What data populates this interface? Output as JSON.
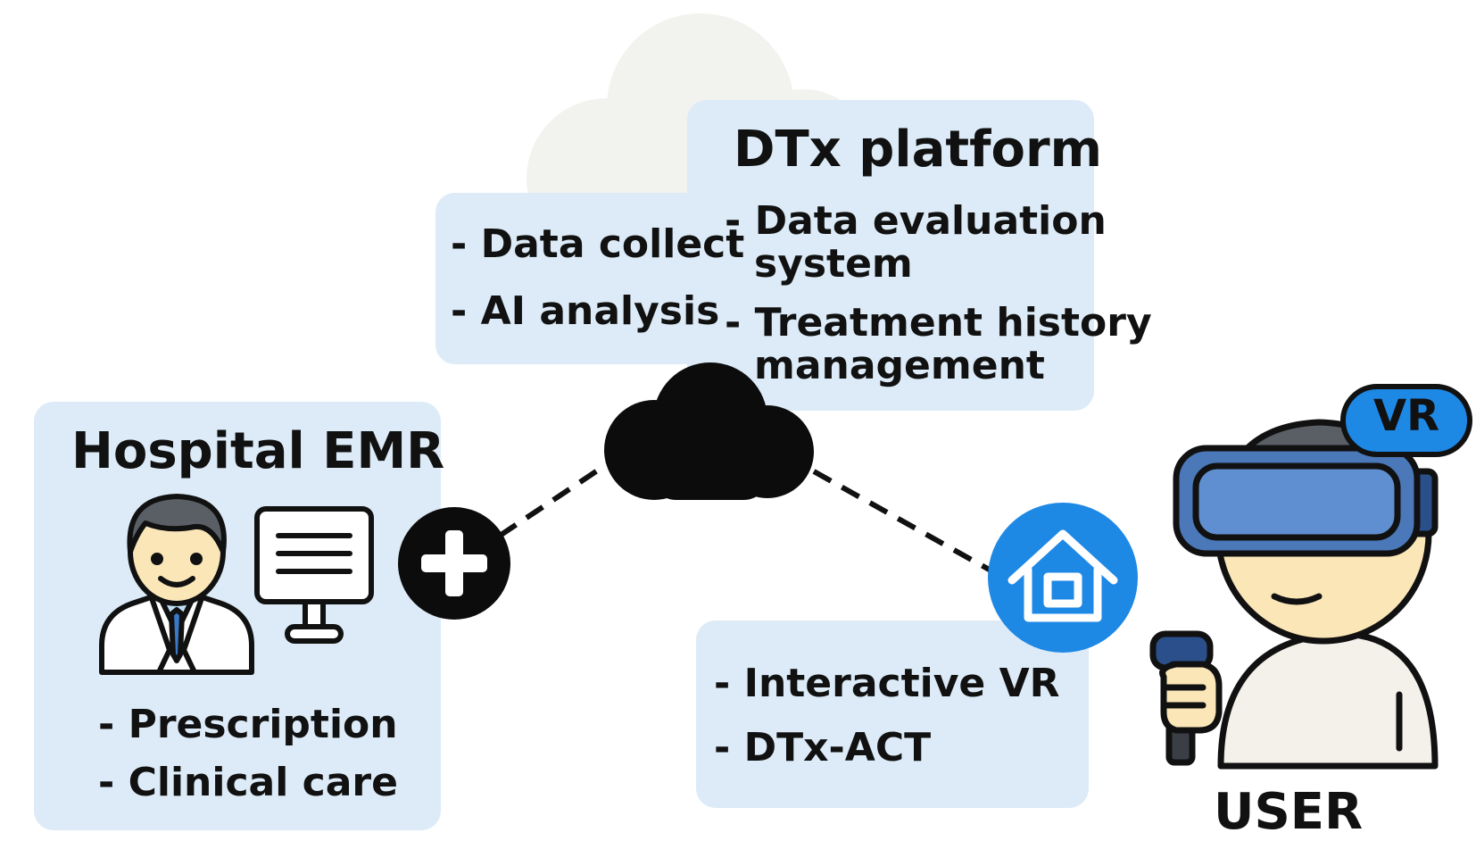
{
  "emr": {
    "title": "Hospital EMR",
    "items": [
      "- Prescription",
      "- Clinical care"
    ]
  },
  "platform": {
    "title": "DTx platform",
    "left_items": [
      "- Data collect",
      "- AI analysis"
    ],
    "right_items": [
      {
        "line1": "- Data evaluation",
        "line2": "system"
      },
      {
        "line1": "- Treatment history",
        "line2": "management"
      }
    ]
  },
  "home_service": {
    "items": [
      "- Interactive VR",
      "- DTx-ACT"
    ]
  },
  "user": {
    "label": "USER",
    "badge": "VR"
  },
  "colors": {
    "panel": "#dcebf7",
    "accent_blue": "#1e88e5",
    "headset_blue": "#4a78b8",
    "skin": "#fbe6b8",
    "hair": "#5a5f66"
  },
  "icons": [
    "plus-icon",
    "cloud-icon",
    "home-icon",
    "doctor-icon",
    "monitor-icon",
    "vr-user-icon"
  ]
}
